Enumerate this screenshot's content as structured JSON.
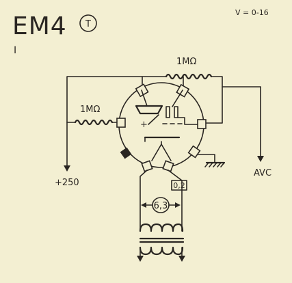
{
  "tube": {
    "type_name": "EM4",
    "badge": "T",
    "base_mark": "I",
    "voltage_note": "V = 0-16"
  },
  "labels": {
    "resistor_top": "1MΩ",
    "resistor_left": "1MΩ",
    "supply": "+250",
    "avc": "AVC",
    "heater_voltage": "6,3",
    "heater_current": "0,2"
  },
  "colors": {
    "ink": "#2a2622",
    "paper": "#f3efd2"
  }
}
